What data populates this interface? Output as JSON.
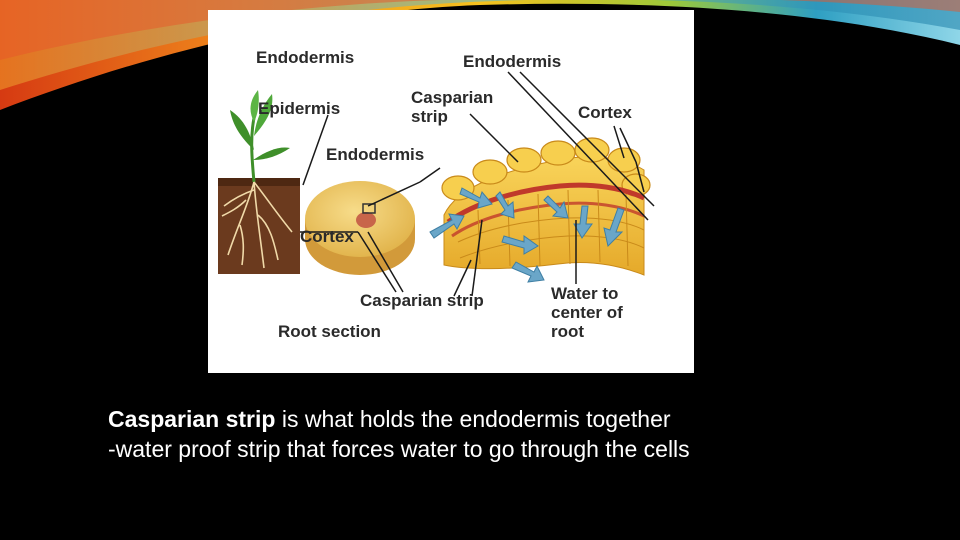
{
  "diagram": {
    "labels": {
      "endodermis_title": "Endodermis",
      "endodermis_top": "Endodermis",
      "epidermis": "Epidermis",
      "casparian_strip_top_line1": "Casparian",
      "casparian_strip_top_line2": "strip",
      "cortex_right": "Cortex",
      "endodermis_mid": "Endodermis",
      "cortex_section": "Cortex",
      "casparian_strip_bottom": "Casparian strip",
      "water_line1": "Water to",
      "water_line2": "center of",
      "water_line3": "root",
      "root_section": "Root section"
    }
  },
  "caption": {
    "term": "Casparian strip",
    "line1_rest": " is what holds the endodermis together",
    "line2": "-water proof strip that forces water to go through the cells"
  },
  "colors": {
    "background": "#000000",
    "figure_background": "#ffffff",
    "cortex_cells": "#f2c23a",
    "casparian_strip": "#c0392b",
    "water_arrows": "#6aa6c8",
    "soil": "#6b3a1e",
    "leaves": "#3f8f2a",
    "caption_text": "#ffffff"
  }
}
